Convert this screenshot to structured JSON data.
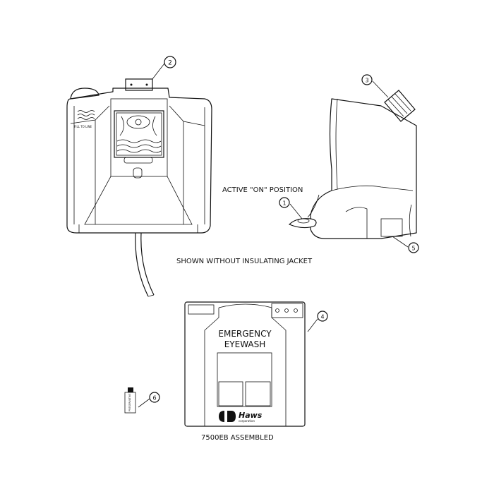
{
  "balloons": [
    "1",
    "2",
    "3",
    "4",
    "5",
    "6"
  ],
  "captions": {
    "active_on": "ACTIVE \"ON\" POSITION",
    "shown_without": "SHOWN WITHOUT INSULATING JACKET",
    "assembled": "7500EB ASSEMBLED"
  },
  "labels": {
    "fill_to_line": "FILL TO LINE",
    "emergency": "EMERGENCY",
    "eyewash": "EYEWASH",
    "brand": "Haws",
    "brand_sub": "corporation",
    "preservative": "PRESERVATIVE"
  }
}
